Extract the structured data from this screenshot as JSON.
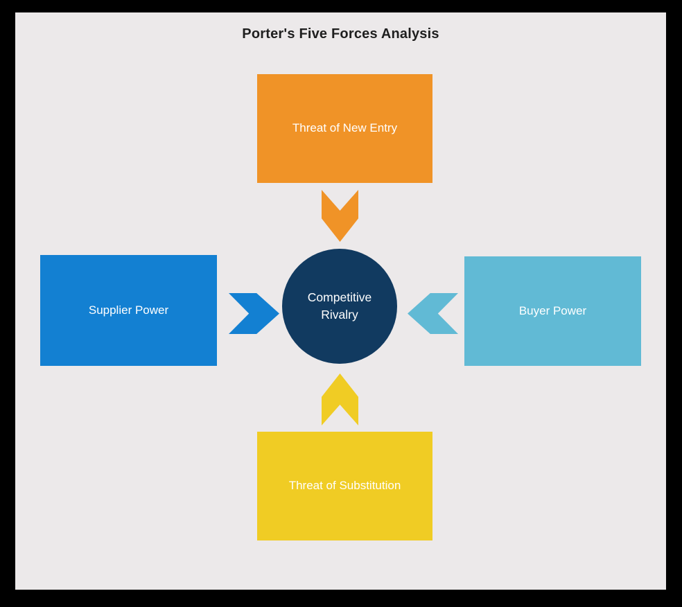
{
  "title": "Porter's Five Forces Analysis",
  "frame": {
    "color": "#000000"
  },
  "canvas": {
    "background": "#ece9ea"
  },
  "colors": {
    "title_text": "#1f1f1f",
    "shape_text": "#ffffff"
  },
  "center": {
    "label": "Competitive Rivalry",
    "color": "#113a60"
  },
  "forces": [
    {
      "label": "Threat of New Entry",
      "position": "top",
      "color": "#f09327",
      "arrow": "down-chevron"
    },
    {
      "label": "Supplier Power",
      "position": "left",
      "color": "#1380d2",
      "arrow": "right-chevron"
    },
    {
      "label": "Buyer Power",
      "position": "right",
      "color": "#61bad5",
      "arrow": "left-chevron"
    },
    {
      "label": "Threat of Substitution",
      "position": "bottom",
      "color": "#f0cc24",
      "arrow": "up-chevron"
    }
  ]
}
